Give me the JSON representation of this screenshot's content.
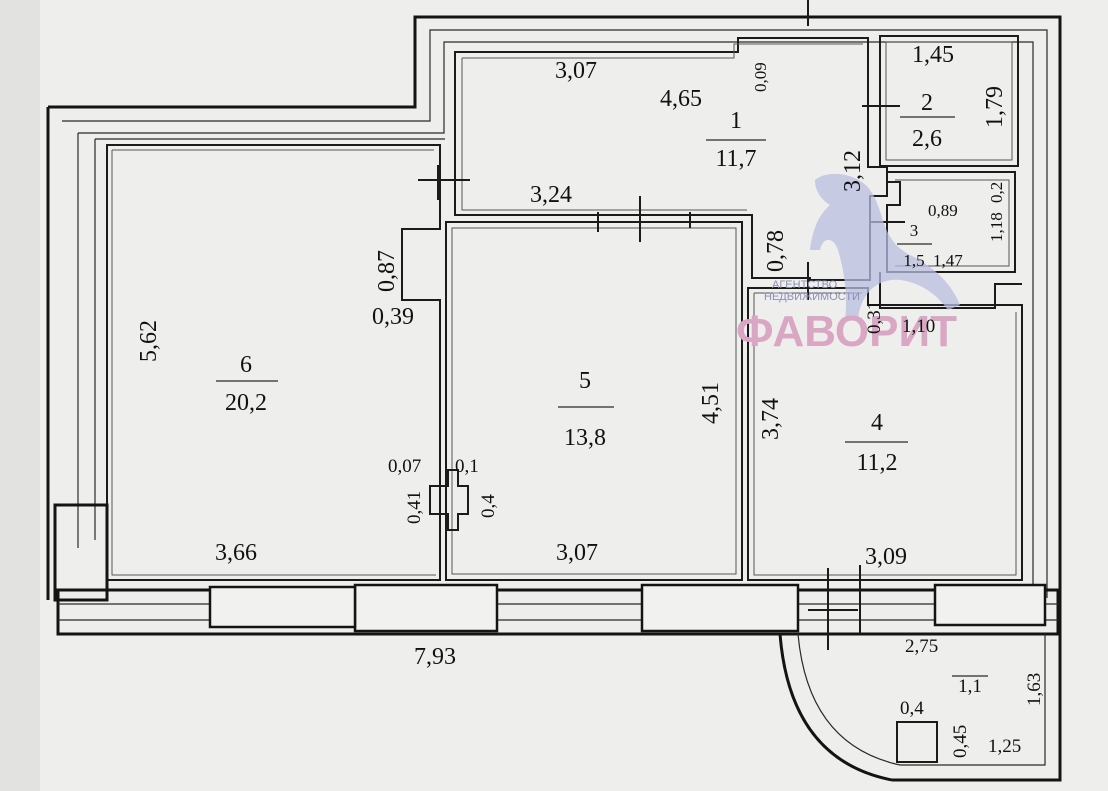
{
  "rooms": [
    {
      "number": "1",
      "area": "11,7"
    },
    {
      "number": "2",
      "area": "2,6"
    },
    {
      "number": "3",
      "area": "1,5"
    },
    {
      "number": "4",
      "area": "11,2"
    },
    {
      "number": "5",
      "area": "13,8"
    },
    {
      "number": "6",
      "area": "20,2"
    }
  ],
  "balcony": {
    "area": "1,1"
  },
  "dims": {
    "d_3_07_top": "3,07",
    "d_4_65": "4,65",
    "d_0_09": "0,09",
    "d_1_45": "1,45",
    "d_1_79": "1,79",
    "d_3_12": "3,12",
    "d_3_24": "3,24",
    "d_0_89": "0,89",
    "d_0_2": "0,2",
    "d_1_18": "1,18",
    "d_1_47": "1,47",
    "d_0_78": "0,78",
    "d_0_87": "0,87",
    "d_0_39": "0,39",
    "d_5_62": "5,62",
    "d_0_31": "0,31",
    "d_1_10": "1,10",
    "d_4_51": "4,51",
    "d_3_74": "3,74",
    "d_0_07": "0,07",
    "d_0_1": "0,1",
    "d_0_41": "0,41",
    "d_0_4": "0,4",
    "d_3_66": "3,66",
    "d_3_07_bottom": "3,07",
    "d_3_09": "3,09",
    "d_7_93": "7,93",
    "d_2_75": "2,75",
    "d_1_63": "1,63",
    "d_0_4_balcony": "0,4",
    "d_0_45": "0,45",
    "d_1_25": "1,25"
  },
  "watermark": {
    "agency_line1": "АГЕНТСТВО",
    "agency_line2": "НЕДВИЖИМОСТИ",
    "name": "ФАВОРИТ",
    "logo_icon": "horse-icon"
  }
}
